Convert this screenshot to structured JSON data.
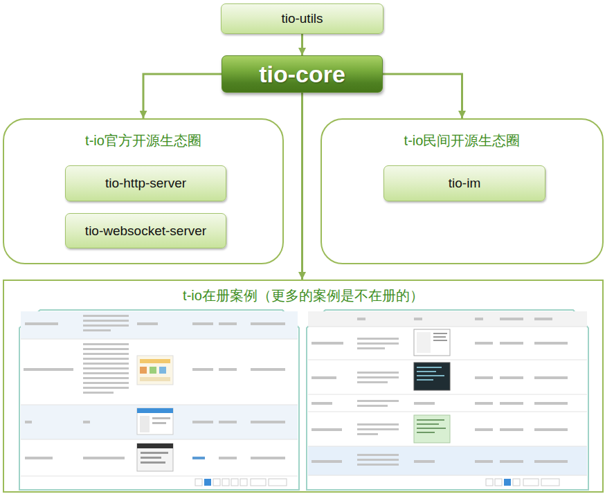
{
  "diagram": {
    "nodes": [
      {
        "text": [
          "tio-utils"
        ]
      },
      {
        "text": [
          "tio-core"
        ]
      },
      {
        "text": [
          "t-io官方开源生态圈"
        ]
      },
      {
        "text": [
          "tio-http-server"
        ],
        "in": 2
      },
      {
        "text": [
          "tio-websocket-server"
        ],
        "in": 2
      },
      {
        "text": [
          "t-io民间开源生态圈"
        ]
      },
      {
        "text": [
          "tio-im"
        ],
        "in": 5
      },
      {
        "text": [
          "t-io在册案例（更多的案例是不在册的）"
        ]
      }
    ],
    "edges": [
      {
        "from": 0,
        "to": 1,
        "arrow": "to"
      },
      {
        "from": 1,
        "to": 2,
        "arrow": "to"
      },
      {
        "from": 1,
        "to": 5,
        "arrow": "to"
      },
      {
        "from": 1,
        "to": 7,
        "arrow": "to"
      }
    ]
  }
}
